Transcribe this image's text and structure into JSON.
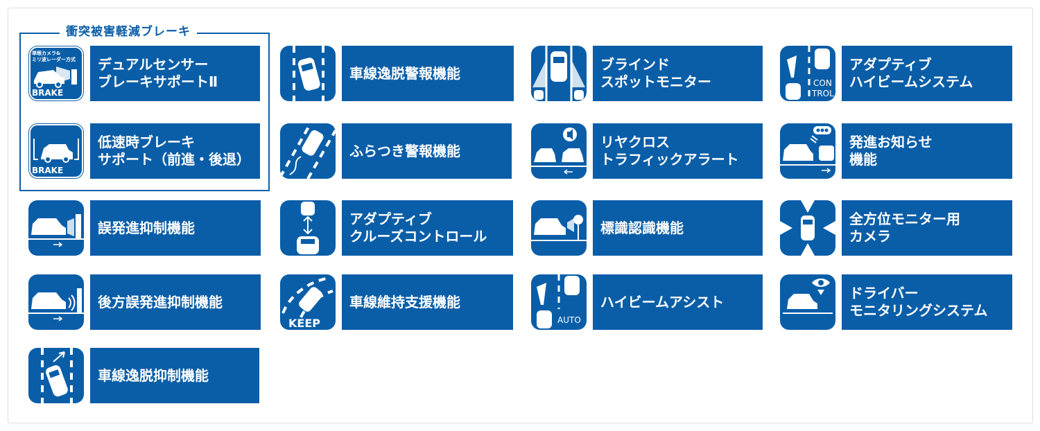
{
  "group_title": "衝突被害軽減ブレーキ",
  "icon_text": {
    "camera_radar": "単眼カメラ&\nミリ波レーダー方式",
    "brake": "BRAKE",
    "control_1": "CON",
    "control_2": "TROL",
    "keep": "KEEP",
    "auto": "AUTO"
  },
  "features": [
    {
      "label": "デュアルセンサー\nブレーキサポートⅡ",
      "icon": "dual-sensor-brake-icon"
    },
    {
      "label": "車線逸脱警報機能",
      "icon": "lane-departure-warning-icon"
    },
    {
      "label": "ブラインド\nスポットモニター",
      "icon": "blind-spot-monitor-icon"
    },
    {
      "label": "アダプティブ\nハイビームシステム",
      "icon": "adaptive-high-beam-icon"
    },
    {
      "label": "低速時ブレーキ\nサポート（前進・後退）",
      "icon": "low-speed-brake-icon"
    },
    {
      "label": "ふらつき警報機能",
      "icon": "wobble-warning-icon"
    },
    {
      "label": "リヤクロス\nトラフィックアラート",
      "icon": "rear-cross-traffic-icon"
    },
    {
      "label": "発進お知らせ\n機能",
      "icon": "start-notification-icon"
    },
    {
      "label": "誤発進抑制機能",
      "icon": "false-start-suppression-icon"
    },
    {
      "label": "アダプティブ\nクルーズコントロール",
      "icon": "adaptive-cruise-icon"
    },
    {
      "label": "標識認識機能",
      "icon": "sign-recognition-icon"
    },
    {
      "label": "全方位モニター用\nカメラ",
      "icon": "omnidirectional-camera-icon"
    },
    {
      "label": "後方誤発進抑制機能",
      "icon": "rear-false-start-icon"
    },
    {
      "label": "車線維持支援機能",
      "icon": "lane-keep-assist-icon"
    },
    {
      "label": "ハイビームアシスト",
      "icon": "high-beam-assist-icon"
    },
    {
      "label": "ドライバー\nモニタリングシステム",
      "icon": "driver-monitoring-icon"
    },
    {
      "label": "車線逸脱抑制機能",
      "icon": "lane-departure-suppression-icon"
    }
  ],
  "colors": {
    "brand_blue": "#0a5ea8",
    "border_gray": "#dddddd"
  }
}
